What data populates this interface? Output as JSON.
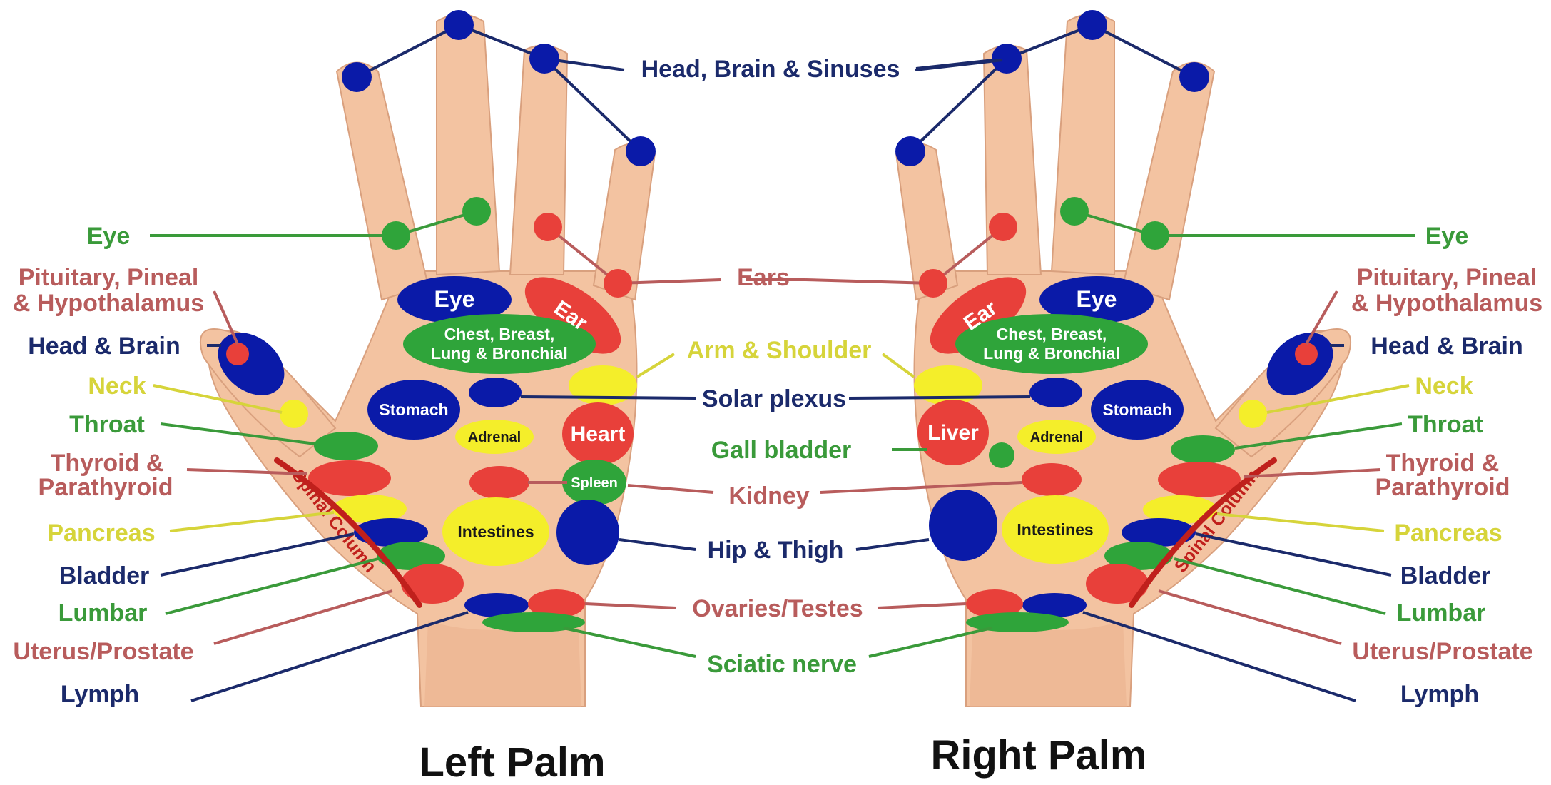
{
  "captions": {
    "left_palm": "Left Palm",
    "right_palm": "Right Palm"
  },
  "center_labels": {
    "head_brain_sinuses": "Head, Brain & Sinuses",
    "ears": "Ears",
    "arm_shoulder": "Arm & Shoulder",
    "solar_plexus": "Solar plexus",
    "gall_bladder": "Gall bladder",
    "kidney": "Kidney",
    "hip_thigh": "Hip & Thigh",
    "ovaries_testes": "Ovaries/Testes",
    "sciatic_nerve": "Sciatic nerve"
  },
  "left_labels": {
    "eye": "Eye",
    "pituitary_1": "Pituitary, Pineal",
    "pituitary_2": "& Hypothalamus",
    "head_brain": "Head & Brain",
    "neck": "Neck",
    "throat": "Throat",
    "thyroid_1": "Thyroid &",
    "thyroid_2": "Parathyroid",
    "pancreas": "Pancreas",
    "bladder": "Bladder",
    "lumbar": "Lumbar",
    "uterus_prostate": "Uterus/Prostate",
    "lymph": "Lymph"
  },
  "right_labels": {
    "eye": "Eye",
    "pituitary_1": "Pituitary, Pineal",
    "pituitary_2": "& Hypothalamus",
    "head_brain": "Head & Brain",
    "neck": "Neck",
    "throat": "Throat",
    "thyroid_1": "Thyroid &",
    "thyroid_2": "Parathyroid",
    "pancreas": "Pancreas",
    "bladder": "Bladder",
    "lumbar": "Lumbar",
    "uterus_prostate": "Uterus/Prostate",
    "lymph": "Lymph"
  },
  "left_zones": {
    "eye": "Eye",
    "ear": "Ear",
    "chest_1": "Chest, Breast,",
    "chest_2": "Lung & Bronchial",
    "stomach": "Stomach",
    "adrenal": "Adrenal",
    "heart": "Heart",
    "spleen": "Spleen",
    "intestines": "Intestines",
    "spinal_column": "Spinal Column"
  },
  "right_zones": {
    "eye": "Eye",
    "ear": "Ear",
    "chest_1": "Chest, Breast,",
    "chest_2": "Lung & Bronchial",
    "stomach": "Stomach",
    "adrenal": "Adrenal",
    "liver": "Liver",
    "intestines": "Intestines",
    "spinal_column": "Spinal Column"
  },
  "colors": {
    "blue": "#0a1aa8",
    "red": "#e8403a",
    "green": "#2fa43a",
    "yellow": "#f4ee2a",
    "label_navy": "#1b2a6b",
    "label_red": "#b85c5c",
    "label_green": "#3a9a3a",
    "label_yellow": "#d6d43a",
    "spine_red": "#c0201c"
  }
}
